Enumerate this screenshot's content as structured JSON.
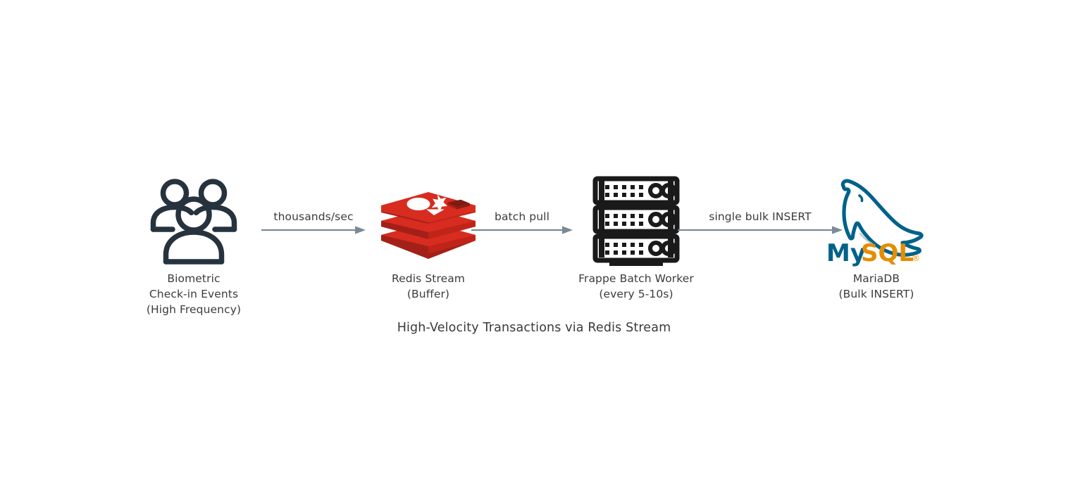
{
  "diagram": {
    "caption": "High-Velocity Transactions via Redis Stream",
    "background_color": "#ffffff",
    "text_color": "#3b3b3b",
    "arrow_color": "#7a8a96",
    "nodes": [
      {
        "id": "biometric-events",
        "icon": "people-group-icon",
        "icon_color": "#27323f",
        "label_lines": [
          "Biometric",
          "Check-in Events",
          "(High Frequency)"
        ]
      },
      {
        "id": "redis-stream",
        "icon": "redis-logo-icon",
        "icon_color": "#d82c20",
        "icon_color_dark": "#a32018",
        "label_lines": [
          "Redis Stream",
          "(Buffer)"
        ]
      },
      {
        "id": "frappe-batch-worker",
        "icon": "server-rack-icon",
        "icon_color": "#1a1a1a",
        "label_lines": [
          "Frappe Batch Worker",
          "(every 5-10s)"
        ]
      },
      {
        "id": "mariadb",
        "icon": "mysql-dolphin-logo-icon",
        "icon_color": "#00618a",
        "icon_color_accent": "#e48e00",
        "wordmark_my": "My",
        "wordmark_sql": "SQL",
        "wordmark_reg": "®",
        "label_lines": [
          "MariaDB",
          "(Bulk INSERT)"
        ]
      }
    ],
    "arrows": [
      {
        "id": "arrow-thousands-sec",
        "label": "thousands/sec"
      },
      {
        "id": "arrow-batch-pull",
        "label": "batch pull"
      },
      {
        "id": "arrow-single-bulk-insert",
        "label": "single bulk INSERT"
      }
    ]
  }
}
